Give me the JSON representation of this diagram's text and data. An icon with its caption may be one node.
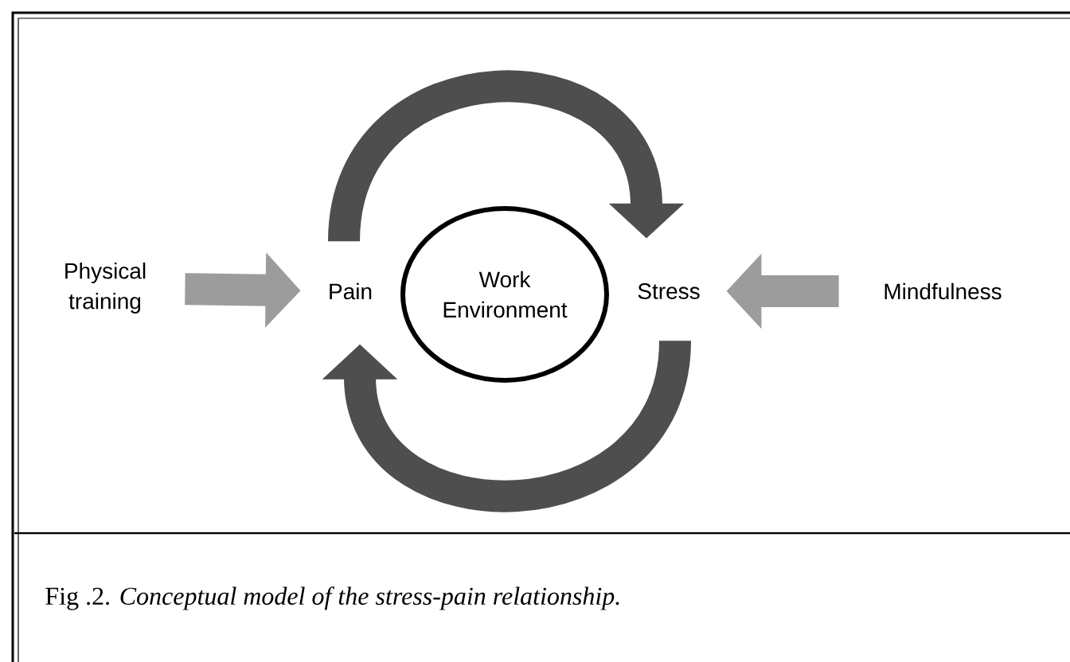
{
  "diagram": {
    "caption": "Fig .2. *Conceptual model of the stress-pain relationship.*",
    "nodes": [
      {
        "text": [
          "Physical training"
        ]
      },
      {
        "text": [
          "Pain"
        ]
      },
      {
        "text": [
          "Work Environment"
        ]
      },
      {
        "text": [
          "Stress"
        ]
      },
      {
        "text": [
          "Mindfulness"
        ]
      }
    ],
    "edges": [
      {
        "from": 0,
        "to": 1,
        "arrow": "to",
        "color": "#9c9c9c"
      },
      {
        "from": 4,
        "to": 3,
        "arrow": "to",
        "color": "#9c9c9c"
      },
      {
        "from": 1,
        "to": 3,
        "arrow": "to",
        "color": "#4e4e4e"
      },
      {
        "from": 3,
        "to": 1,
        "arrow": "to",
        "color": "#4e4e4e"
      }
    ]
  }
}
